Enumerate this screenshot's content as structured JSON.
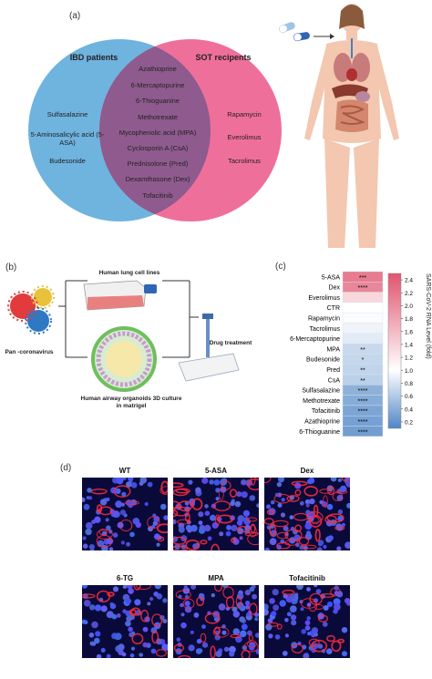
{
  "panels": {
    "a": "(a)",
    "b": "(b)",
    "c": "(c)",
    "d": "(d)"
  },
  "venn": {
    "left_title": "IBD patients",
    "right_title": "SOT recipents",
    "left_only": [
      "Sulfasalazine",
      "5-Aminosalicylic acid (5-ASA)",
      "Budesonide"
    ],
    "shared": [
      "Azathioprine",
      "6-Mercaptopurine",
      "6-Thioguanine",
      "Methotrexate",
      "Mycophenolic acid (MPA)",
      "Cyclosporin A (CsA)",
      "Prednisolone (Pred)",
      "Dexamthasone (Dex)",
      "Tofacitinib"
    ],
    "right_only": [
      "Rapamycin",
      "Everolimus",
      "Tacrolimus"
    ],
    "colors": {
      "left": "#6fb3df",
      "right": "#ef6f9b",
      "overlap": "#8f5a8e"
    }
  },
  "workflow": {
    "virus_label": "Pan -coronavirus",
    "cell_lines_label": "Human lung cell lines",
    "organoid_label": "Human  airway organoids 3D culture in matrigel",
    "drug_label": "Drug treatment"
  },
  "chart_data": {
    "type": "heatmap",
    "title": "",
    "categories": [
      "5-ASA",
      "Dex",
      "Everolimus",
      "CTR",
      "Rapamycin",
      "Tacrolimus",
      "6-Mercaptopurine",
      "MPA",
      "Budesonide",
      "Pred",
      "CsA",
      "Sulfasalazine",
      "Methotrexate",
      "Tofacitinib",
      "Azathioprine",
      "6-Thioguanine"
    ],
    "values": [
      2.15,
      2.05,
      1.35,
      1.0,
      0.98,
      0.92,
      0.85,
      0.72,
      0.7,
      0.68,
      0.65,
      0.42,
      0.38,
      0.33,
      0.3,
      0.28
    ],
    "significance": [
      "***",
      "****",
      "",
      "",
      "",
      "",
      "",
      "**",
      "*",
      "**",
      "**",
      "****",
      "****",
      "****",
      "****",
      "****"
    ],
    "colorbar": {
      "label": "SARS-CoV-2 RNA Level (fold)",
      "ticks": [
        "2.4",
        "2.2",
        "2.0",
        "1.8",
        "1.6",
        "1.4",
        "1.2",
        "1.0",
        "0.8",
        "0.6",
        "0.4",
        "0.2"
      ],
      "range": [
        0.1,
        2.5
      ]
    },
    "colors": {
      "low": "#4f86c6",
      "mid": "#ffffff",
      "high": "#e0546e"
    }
  },
  "micrographs": {
    "row1": [
      "WT",
      "5-ASA",
      "Dex"
    ],
    "row2": [
      "6-TG",
      "MPA",
      "Tofacitinib"
    ],
    "red_intensity": [
      0.35,
      0.75,
      0.8,
      0.3,
      0.5,
      0.4
    ]
  }
}
